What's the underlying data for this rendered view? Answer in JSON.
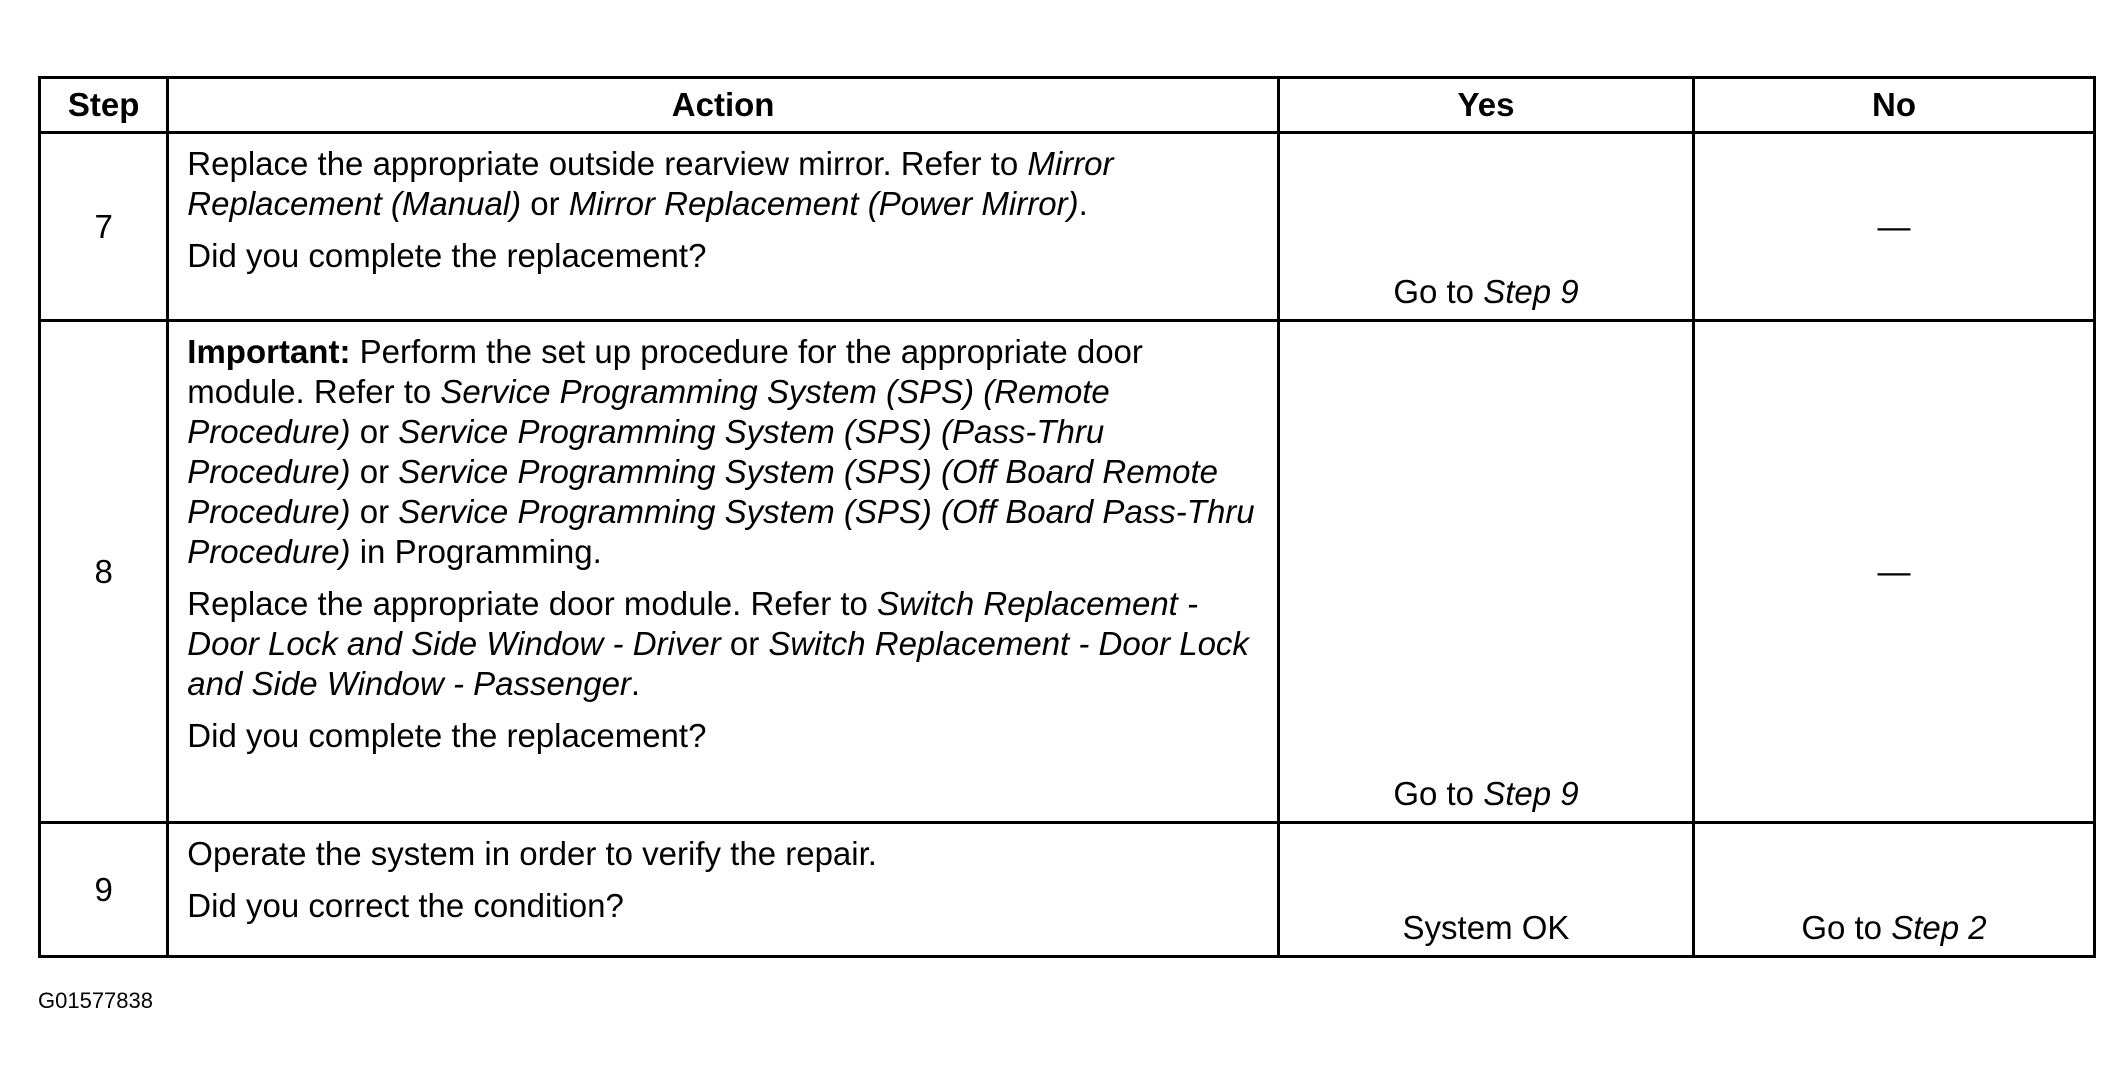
{
  "table": {
    "headers": {
      "step": "Step",
      "action": "Action",
      "yes": "Yes",
      "no": "No"
    },
    "rows": [
      {
        "step": "7",
        "action": [
          [
            {
              "t": "Replace the appropriate outside rearview mirror. Refer to ",
              "s": "normal"
            },
            {
              "t": "Mirror Replacement (Manual)",
              "s": "italic"
            },
            {
              "t": " or ",
              "s": "normal"
            },
            {
              "t": "Mirror Replacement (Power Mirror)",
              "s": "italic"
            },
            {
              "t": ".",
              "s": "normal"
            }
          ],
          [
            {
              "t": "Did you complete the replacement?",
              "s": "normal"
            }
          ]
        ],
        "yes": [
          {
            "t": "Go to ",
            "s": "normal"
          },
          {
            "t": "Step 9",
            "s": "italic"
          }
        ],
        "no": [
          {
            "t": "—",
            "s": "normal"
          }
        ]
      },
      {
        "step": "8",
        "action": [
          [
            {
              "t": "Important:",
              "s": "bold"
            },
            {
              "t": " Perform the set up procedure for the appropriate door module. Refer to ",
              "s": "normal"
            },
            {
              "t": "Service Programming System (SPS) (Remote Procedure)",
              "s": "italic"
            },
            {
              "t": " or ",
              "s": "normal"
            },
            {
              "t": "Service Programming System (SPS) (Pass-Thru Procedure)",
              "s": "italic"
            },
            {
              "t": " or ",
              "s": "normal"
            },
            {
              "t": "Service Programming System (SPS) (Off Board Remote Procedure)",
              "s": "italic"
            },
            {
              "t": " or ",
              "s": "normal"
            },
            {
              "t": "Service Programming System (SPS) (Off Board Pass-Thru Procedure)",
              "s": "italic"
            },
            {
              "t": " in Programming.",
              "s": "normal"
            }
          ],
          [
            {
              "t": "Replace the appropriate door module. Refer to ",
              "s": "normal"
            },
            {
              "t": "Switch Replacement - Door Lock and Side Window - Driver",
              "s": "italic"
            },
            {
              "t": " or ",
              "s": "normal"
            },
            {
              "t": "Switch Replacement - Door Lock and Side Window - Passenger",
              "s": "italic"
            },
            {
              "t": ".",
              "s": "normal"
            }
          ],
          [
            {
              "t": "Did you complete the replacement?",
              "s": "normal"
            }
          ]
        ],
        "yes": [
          {
            "t": "Go to ",
            "s": "normal"
          },
          {
            "t": "Step 9",
            "s": "italic"
          }
        ],
        "no": [
          {
            "t": "—",
            "s": "normal"
          }
        ]
      },
      {
        "step": "9",
        "action": [
          [
            {
              "t": "Operate the system in order to verify the repair.",
              "s": "normal"
            }
          ],
          [
            {
              "t": "Did you correct the condition?",
              "s": "normal"
            }
          ]
        ],
        "yes": [
          {
            "t": "System OK",
            "s": "normal"
          }
        ],
        "no": [
          {
            "t": "Go to ",
            "s": "normal"
          },
          {
            "t": "Step 2",
            "s": "italic"
          }
        ]
      }
    ]
  },
  "caption": "G01577838"
}
